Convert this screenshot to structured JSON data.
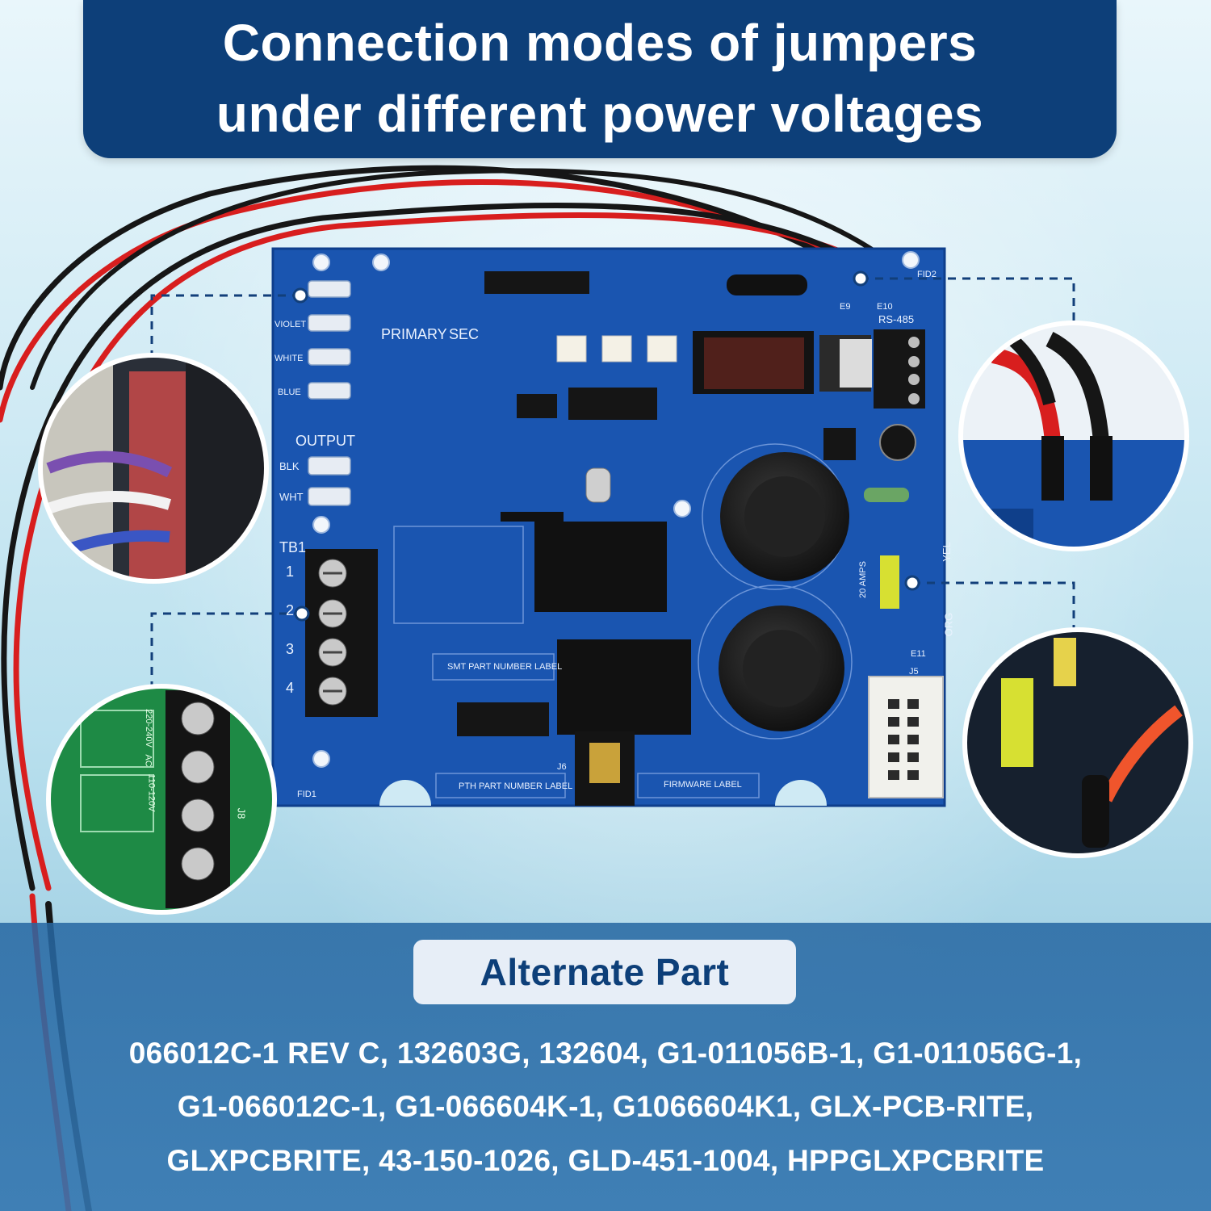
{
  "title": {
    "line1": "Connection modes of jumpers",
    "line2": "under different power voltages"
  },
  "board": {
    "labels": {
      "primary_sec": "PRIMARY",
      "sec": "SEC",
      "output": "OUTPUT",
      "blk": "BLK",
      "wht": "WHT",
      "violet": "VIOLET",
      "white": "WHITE",
      "blue": "BLUE",
      "tb1": "TB1",
      "tb_1": "1",
      "tb_2": "2",
      "tb_3": "3",
      "tb_4": "4",
      "rs485": "RS-485",
      "yel": "YEL",
      "org": "ORG",
      "amps": "20 AMPS",
      "smt": "SMT PART NUMBER LABEL",
      "pth": "PTH PART NUMBER LABEL",
      "firmware": "FIRMWARE LABEL",
      "fid1": "FID1",
      "fid2": "FID2",
      "e9": "E9",
      "e10": "E10",
      "e11": "E11",
      "j6": "J6",
      "j5": "J5"
    }
  },
  "insets": {
    "green_board": {
      "ac_220": "220-240V",
      "ac_110": "110-120V",
      "ac": "AC",
      "j8": "J8"
    }
  },
  "alternate": {
    "heading": "Alternate Part",
    "line1": "066012C-1 REV C, 132603G, 132604, G1-011056B-1, G1-011056G-1,",
    "line2": "G1-066012C-1, G1-066604K-1, G1066604K1, GLX-PCB-RITE,",
    "line3": "GLXPCBRITE, 43-150-1026, GLD-451-1004, HPPGLXPCBRITE"
  },
  "colors": {
    "navy": "#0d3f79",
    "pcb_blue": "#1a55b0",
    "wire_red": "#d81e1e",
    "wire_black": "#161616"
  }
}
